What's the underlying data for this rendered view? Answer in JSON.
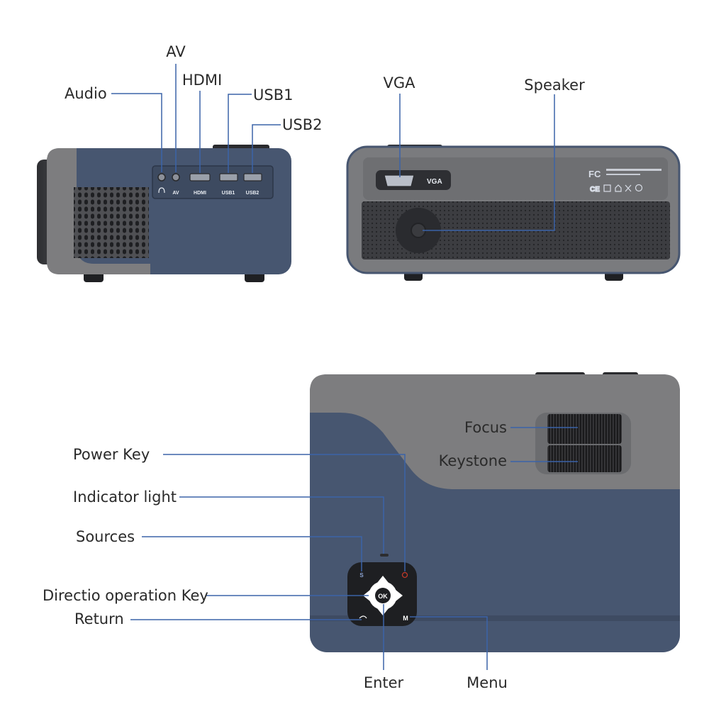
{
  "colors": {
    "leader": "#3b63a8",
    "body_blue": "#475670",
    "body_gray": "#7d7d7f",
    "panel_dark": "#3a3b3f",
    "text": "#2a2a2a"
  },
  "side_view": {
    "callouts": {
      "audio": "Audio",
      "av": "AV",
      "hdmi": "HDMI",
      "usb1": "USB1",
      "usb2": "USB2"
    },
    "port_labels": {
      "audio_icon": "headphones-icon",
      "av": "AV",
      "hdmi": "HDMI",
      "usb1": "USB1",
      "usb2": "USB2"
    }
  },
  "rear_view": {
    "callouts": {
      "vga": "VGA",
      "speaker": "Speaker"
    },
    "port_label": "VGA",
    "cert_mark": "FC",
    "cert_icons": [
      "ce-icon",
      "square-icon",
      "house-icon",
      "bin-icon",
      "circle-icon"
    ]
  },
  "top_view": {
    "callouts": {
      "focus": "Focus",
      "keystone": "Keystone",
      "power_key": "Power Key",
      "indicator_light": "Indicator light",
      "sources": "Sources",
      "direction_key": "Directio operation Key",
      "return": "Return",
      "enter": "Enter",
      "menu": "Menu"
    },
    "keypad": {
      "center": "OK",
      "menu": "M",
      "sources": "S"
    }
  }
}
